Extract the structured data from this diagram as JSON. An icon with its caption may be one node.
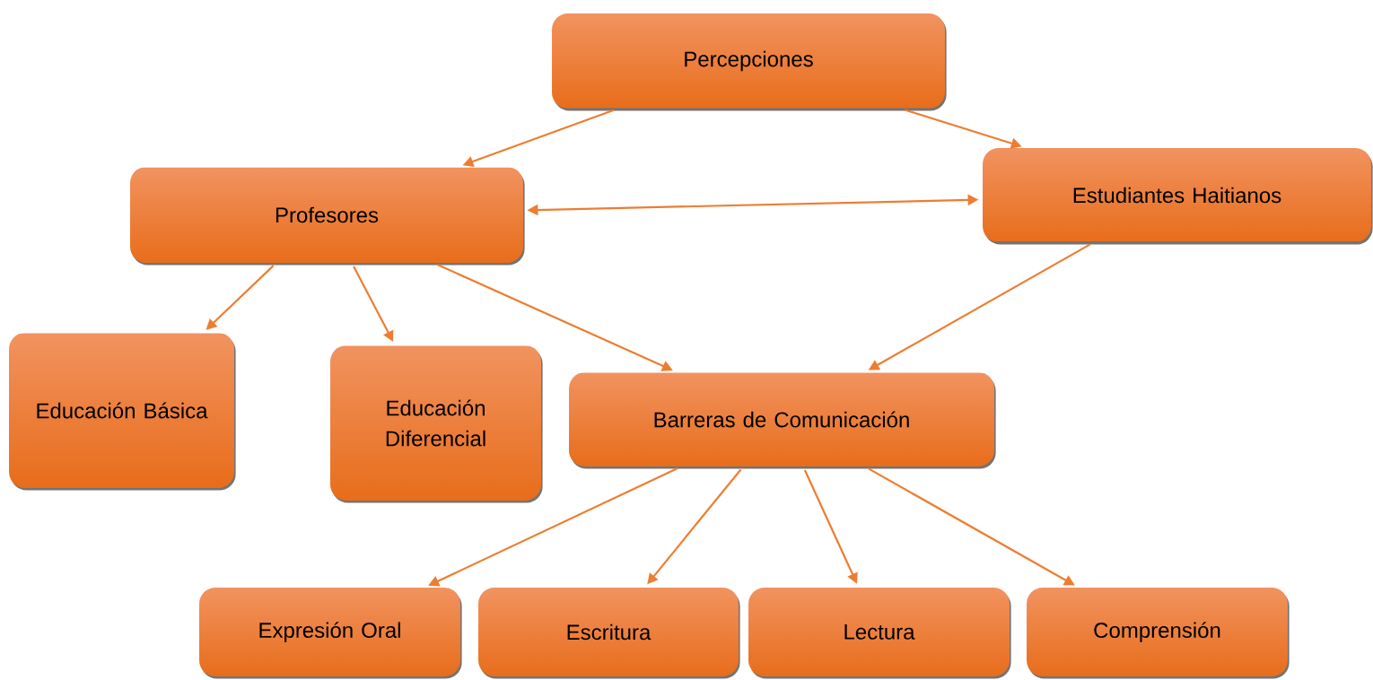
{
  "diagram": {
    "nodes": [
      {
        "text": [
          "Percepciones"
        ]
      },
      {
        "text": [
          "Profesores"
        ]
      },
      {
        "text": [
          "Estudiantes Haitianos"
        ]
      },
      {
        "text": [
          "Educación Básica"
        ]
      },
      {
        "text": [
          "Educación Diferencial"
        ]
      },
      {
        "text": [
          "Barreras de Comunicación"
        ]
      },
      {
        "text": [
          "Expresión Oral"
        ]
      },
      {
        "text": [
          "Escritura"
        ]
      },
      {
        "text": [
          "Lectura"
        ]
      },
      {
        "text": [
          "Comprensión"
        ]
      }
    ],
    "edges": [
      {
        "from": 0,
        "to": 1,
        "arrow": "to"
      },
      {
        "from": 0,
        "to": 2,
        "arrow": "to"
      },
      {
        "from": 1,
        "to": 2,
        "arrow": "both"
      },
      {
        "from": 1,
        "to": 3,
        "arrow": "to"
      },
      {
        "from": 1,
        "to": 4,
        "arrow": "to"
      },
      {
        "from": 1,
        "to": 5,
        "arrow": "to"
      },
      {
        "from": 2,
        "to": 5,
        "arrow": "to"
      },
      {
        "from": 5,
        "to": 6,
        "arrow": "to"
      },
      {
        "from": 5,
        "to": 7,
        "arrow": "to"
      },
      {
        "from": 5,
        "to": 8,
        "arrow": "to"
      },
      {
        "from": 5,
        "to": 9,
        "arrow": "to"
      }
    ]
  }
}
